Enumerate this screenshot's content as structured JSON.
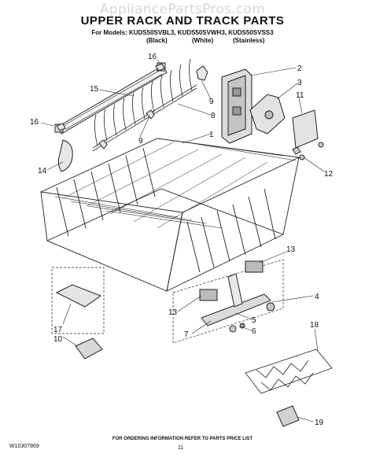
{
  "watermark": "AppliancePartsPros.com",
  "title": "UPPER RACK AND TRACK PARTS",
  "models_line": "For Models: KUDS50SVBL3, KUDS50SVWH3, KUDS50SVSS3",
  "color_variants": [
    "(Black)",
    "(White)",
    "(Stainless)"
  ],
  "callouts": [
    "16",
    "15",
    "16",
    "14",
    "9",
    "8",
    "9",
    "2",
    "3",
    "11",
    "1",
    "12",
    "13",
    "4",
    "13",
    "7",
    "5",
    "6",
    "17",
    "10",
    "18",
    "19"
  ],
  "footer_note": "FOR ORDERING INFORMATION REFER TO PARTS PRICE LIST",
  "document_number": "W10307869",
  "page_number": "11"
}
